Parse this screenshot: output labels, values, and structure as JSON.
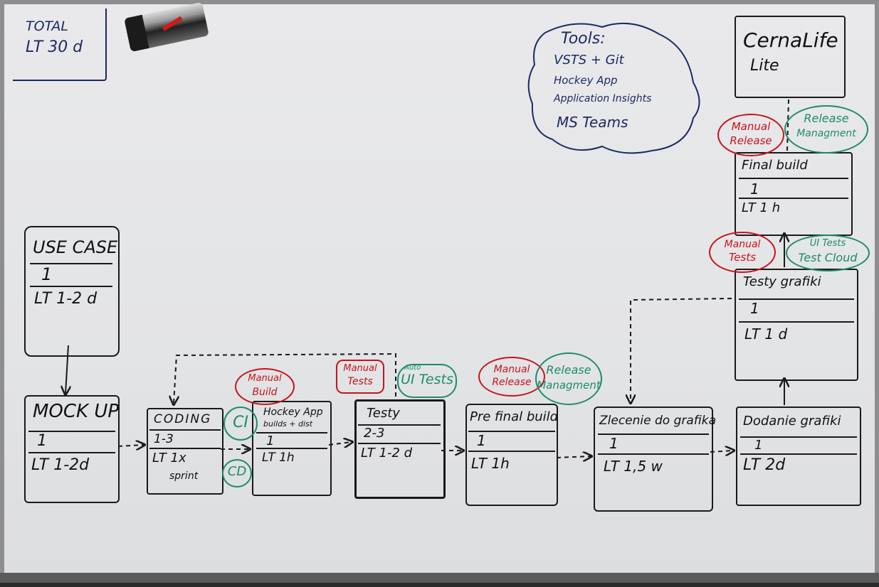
{
  "total": {
    "line1": "TOTAL",
    "line2": "LT 30 d"
  },
  "tools": {
    "title": "Tools:",
    "items": [
      "VSTS + Git",
      "Hockey App",
      "Application Insights",
      "MS Teams"
    ]
  },
  "app_name": {
    "line1": "CernaLife",
    "line2": "Lite"
  },
  "steps": [
    {
      "title": "USE CASE",
      "count": "1",
      "lt": "LT 1-2 d"
    },
    {
      "title": "MOCK UP",
      "count": "1",
      "lt": "LT 1-2d"
    },
    {
      "title": "CODING",
      "count": "1-3",
      "lt": "LT 1x",
      "lt2": "sprint"
    },
    {
      "title": "Hockey App",
      "title2": "builds + dist",
      "count": "1",
      "lt": "LT 1h"
    },
    {
      "title": "Testy",
      "count": "2-3",
      "lt": "LT 1-2 d"
    },
    {
      "title": "Pre final build",
      "count": "1",
      "lt": "LT 1h"
    },
    {
      "title": "Zlecenie do grafika",
      "count": "1",
      "lt": "LT 1,5 w"
    },
    {
      "title": "Dodanie grafiki",
      "count": "1",
      "lt": "LT 2d"
    },
    {
      "title": "Testy grafiki",
      "count": "1",
      "lt": "LT 1 d"
    },
    {
      "title": "Final build",
      "count": "1",
      "lt": "LT 1 h"
    }
  ],
  "tags": {
    "ci": "CI",
    "cd": "CD",
    "manual_build": [
      "Manual",
      "Build"
    ],
    "manual_tests_1": [
      "Manual",
      "Tests"
    ],
    "auto_ui_tests": {
      "small": "Auto",
      "main": "UI Tests"
    },
    "manual_release_1": [
      "Manual",
      "Release"
    ],
    "release_mgmt_1": [
      "Release",
      "Managment"
    ],
    "manual_tests_2": [
      "Manual",
      "Tests"
    ],
    "ui_tests_cloud": [
      "UI Tests",
      "Test Cloud"
    ],
    "manual_release_2": [
      "Manual",
      "Release"
    ],
    "release_mgmt_2": [
      "Release",
      "Managment"
    ]
  },
  "colors": {
    "ink": "#1a1a1a",
    "navy": "#1d2a63",
    "red": "#c8141c",
    "green": "#1c8c6a",
    "board": "#e6e7e9"
  }
}
